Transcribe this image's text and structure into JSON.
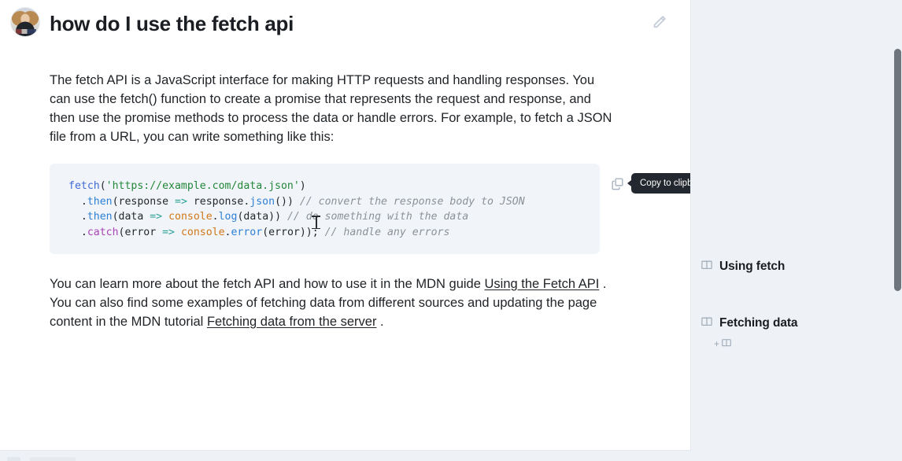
{
  "header": {
    "title": "how do I use the fetch api",
    "avatar_name": "user-avatar",
    "edit_icon": "pencil-icon"
  },
  "content": {
    "intro_paragraph": "The fetch API is a JavaScript interface for making HTTP requests and handling responses. You can use the fetch() function to create a promise that represents the request and response, and then use the promise methods to process the data or handle errors. For example, to fetch a JSON file from a URL, you can write something like this:",
    "code": {
      "language": "javascript",
      "lines": [
        {
          "tokens": [
            {
              "text": "fetch",
              "type": "fn"
            },
            {
              "text": "(",
              "type": "plain"
            },
            {
              "text": "'https://example.com/data.json'",
              "type": "str"
            },
            {
              "text": ")",
              "type": "plain"
            }
          ]
        },
        {
          "tokens": [
            {
              "text": "  .",
              "type": "plain"
            },
            {
              "text": "then",
              "type": "method"
            },
            {
              "text": "(response ",
              "type": "plain"
            },
            {
              "text": "=>",
              "type": "arrow"
            },
            {
              "text": " response.",
              "type": "plain"
            },
            {
              "text": "json",
              "type": "method"
            },
            {
              "text": "()) ",
              "type": "plain"
            },
            {
              "text": "// convert the response body to JSON",
              "type": "comment"
            }
          ]
        },
        {
          "tokens": [
            {
              "text": "  .",
              "type": "plain"
            },
            {
              "text": "then",
              "type": "method"
            },
            {
              "text": "(data ",
              "type": "plain"
            },
            {
              "text": "=>",
              "type": "arrow"
            },
            {
              "text": " ",
              "type": "plain"
            },
            {
              "text": "console",
              "type": "obj"
            },
            {
              "text": ".",
              "type": "plain"
            },
            {
              "text": "log",
              "type": "method"
            },
            {
              "text": "(data)) ",
              "type": "plain"
            },
            {
              "text": "// do something with the data",
              "type": "comment"
            }
          ]
        },
        {
          "tokens": [
            {
              "text": "  .",
              "type": "plain"
            },
            {
              "text": "catch",
              "type": "catch"
            },
            {
              "text": "(error ",
              "type": "plain"
            },
            {
              "text": "=>",
              "type": "arrow"
            },
            {
              "text": " ",
              "type": "plain"
            },
            {
              "text": "console",
              "type": "obj"
            },
            {
              "text": ".",
              "type": "plain"
            },
            {
              "text": "error",
              "type": "method"
            },
            {
              "text": "(error)); ",
              "type": "plain"
            },
            {
              "text": "// handle any errors",
              "type": "comment"
            }
          ]
        }
      ]
    },
    "copy_button": {
      "icon": "copy-icon",
      "tooltip": "Copy to clipboard"
    },
    "outro": {
      "segments": [
        {
          "text": "You can learn more about the fetch API and how to use it in the MDN guide ",
          "link": false
        },
        {
          "text": "Using the Fetch API",
          "link": true
        },
        {
          "text": " . You can also find some examples of fetching data from different sources and updating the page content in the MDN tutorial ",
          "link": false
        },
        {
          "text": "Fetching data from the server",
          "link": true
        },
        {
          "text": " .",
          "link": false
        }
      ]
    }
  },
  "sidebar": {
    "items": [
      {
        "label": "Using fetch",
        "icon": "book-icon"
      },
      {
        "label": "Fetching data",
        "icon": "book-icon"
      }
    ],
    "add_source": {
      "plus": "+",
      "icon": "book-icon"
    }
  },
  "colors": {
    "page_background": "#eef2f6",
    "card_background": "#ffffff",
    "code_background": "#f1f5f9",
    "tooltip_background": "#23272f",
    "text_primary": "#1f2327",
    "scrollbar_thumb": "#6e757c",
    "token_function": "#4169d6",
    "token_string": "#22863a",
    "token_method": "#2e7fd6",
    "token_catch": "#a943b7",
    "token_arrow": "#2aa198",
    "token_object": "#d2761a",
    "token_comment": "#8b9196"
  }
}
